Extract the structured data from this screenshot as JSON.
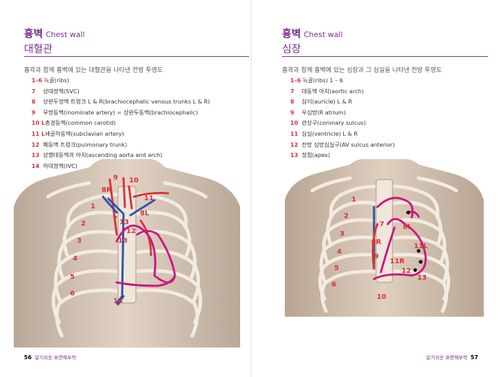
{
  "left_page": {
    "heading_ko": "흉벽",
    "heading_en": "Chest wall",
    "subtitle": "대혈관",
    "description": "흉곽과 함께 흉벽에 있는 대혈관을 나타낸 전방 투영도",
    "legend": [
      {
        "num": "1–6",
        "text": "늑골(ribs)"
      },
      {
        "num": "7",
        "text": "상대정맥(SVC)"
      },
      {
        "num": "8",
        "text": "상완두정맥 트렁크 L & R(brachiocephalic venous trunks L & R)"
      },
      {
        "num": "9",
        "text": "무명동맥(inominate artery) = 상완두동맥(brachiocephalic)"
      },
      {
        "num": "10 L",
        "text": "총경동맥(common carotid)"
      },
      {
        "num": "11 L",
        "text": "쇄골하동맥(subclavian artery)"
      },
      {
        "num": "12",
        "text": "폐동맥 트렁크(pulmonary trunk)"
      },
      {
        "num": "13",
        "text": "상행대동맥과 아치(ascending aorta and arch)"
      },
      {
        "num": "14",
        "text": "하대정맥(IVC)"
      }
    ],
    "figure_labels": {
      "ribs": [
        "1",
        "2",
        "3",
        "4",
        "5",
        "6"
      ],
      "l8R": "8R",
      "l9": "9",
      "l10": "10",
      "l11": "11",
      "l7": "7",
      "l13a": "13",
      "l8L": "8L",
      "l12": "12",
      "l13b": "13",
      "l14": "14"
    },
    "footer": {
      "page_number": "56",
      "book_title": "알기쉬운 표면해부학"
    }
  },
  "right_page": {
    "heading_ko": "흉벽",
    "heading_en": "Chest wall",
    "subtitle": "심장",
    "description": "흉곽과 함께 흉벽에 있는 심장과 그 심실을 나타낸 전방 투영도",
    "legend": [
      {
        "num": "1–6",
        "text": "늑골(ribs) 1 – 6"
      },
      {
        "num": "7",
        "text": "대동맥 아치(aortic arch)"
      },
      {
        "num": "8",
        "text": "심이(auricle) L & R"
      },
      {
        "num": "9",
        "text": "우심방(R atrium)"
      },
      {
        "num": "10",
        "text": "관상구(coronary sulcus)"
      },
      {
        "num": "11",
        "text": "심실(ventricle) L & R"
      },
      {
        "num": "12",
        "text": "전방 심방심실구(AV sulcus anterior)"
      },
      {
        "num": "13",
        "text": "정점(apex)"
      }
    ],
    "figure_labels": {
      "ribs": [
        "1",
        "2",
        "3",
        "4",
        "5",
        "6"
      ],
      "l7": "7",
      "l8L": "8L",
      "l8R": "8R",
      "l9": "9",
      "l11L": "11L",
      "l11R": "11R",
      "l12": "12",
      "l13": "13",
      "l10": "10"
    },
    "footer": {
      "page_number": "57",
      "book_title": "알기쉬운 표면해부학"
    }
  },
  "colors": {
    "accent": "#7b2d8e",
    "number_red": "#d9333a",
    "vessel_blue": "#2a56a8",
    "vessel_magenta": "#c8197f",
    "skin": "#d8c6b5"
  }
}
